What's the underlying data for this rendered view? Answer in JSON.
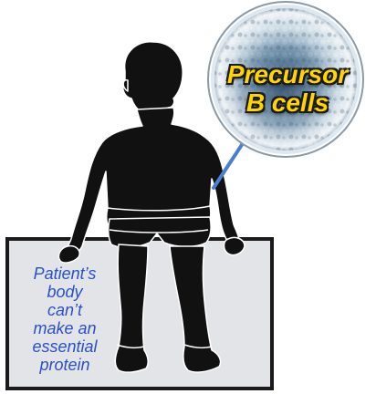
{
  "cell_callout": {
    "line1": "Precursor",
    "line2": "B cells"
  },
  "caption": {
    "lines": [
      "Patient’s",
      "body",
      "can’t",
      "make an",
      "essential",
      "protein"
    ]
  },
  "colors": {
    "caption_text": "#2b4fc6",
    "callout_text": "#ffd400",
    "pointer_line": "#4a7fd0",
    "box_fill": "#e3e4e8",
    "silhouette": "#111111"
  }
}
